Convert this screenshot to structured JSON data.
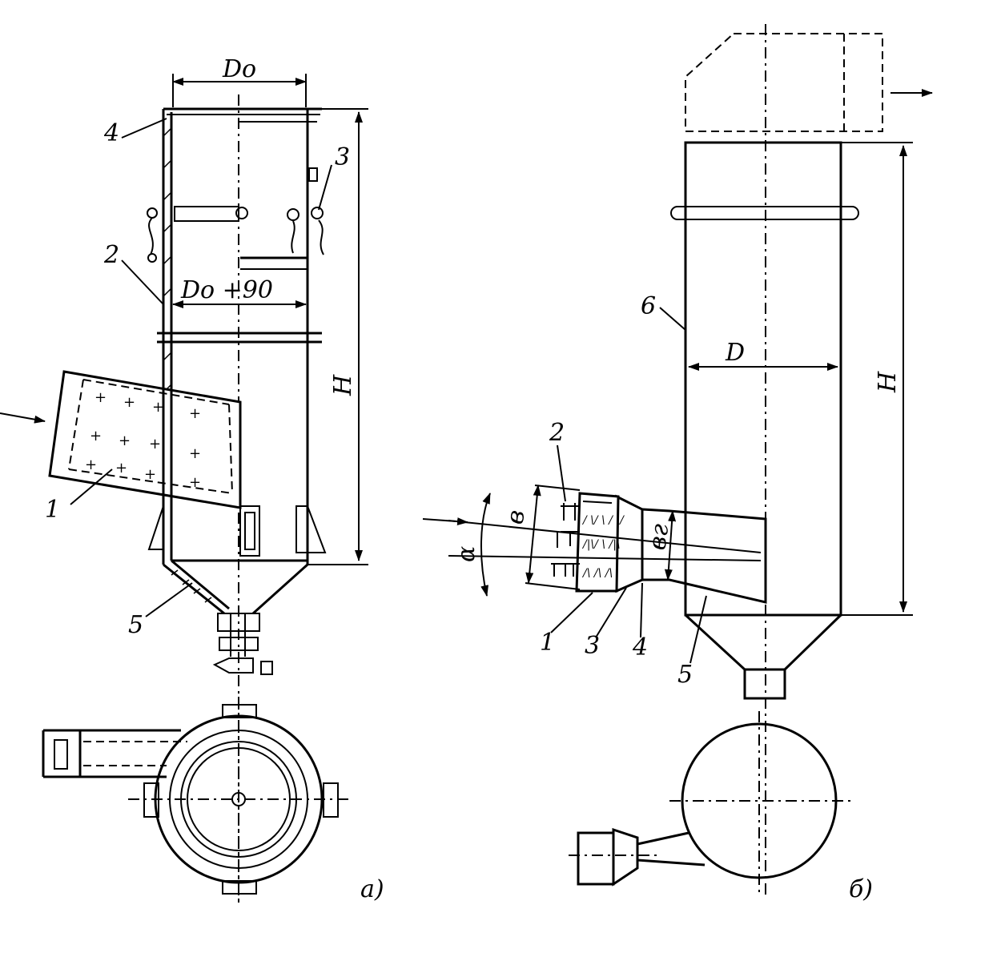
{
  "diagram_a": {
    "dim_top": "Do",
    "dim_mid": "Do +90",
    "dim_height": "H",
    "labels": [
      "1",
      "2",
      "3",
      "4",
      "5"
    ],
    "caption": "a)"
  },
  "diagram_b": {
    "dim_diameter": "D",
    "dim_height": "H",
    "dim_inlet_width": "в",
    "dim_inlet_throat": "вг",
    "dim_angle": "α",
    "labels": [
      "1",
      "2",
      "3",
      "4",
      "5",
      "6"
    ],
    "caption": "б)"
  }
}
